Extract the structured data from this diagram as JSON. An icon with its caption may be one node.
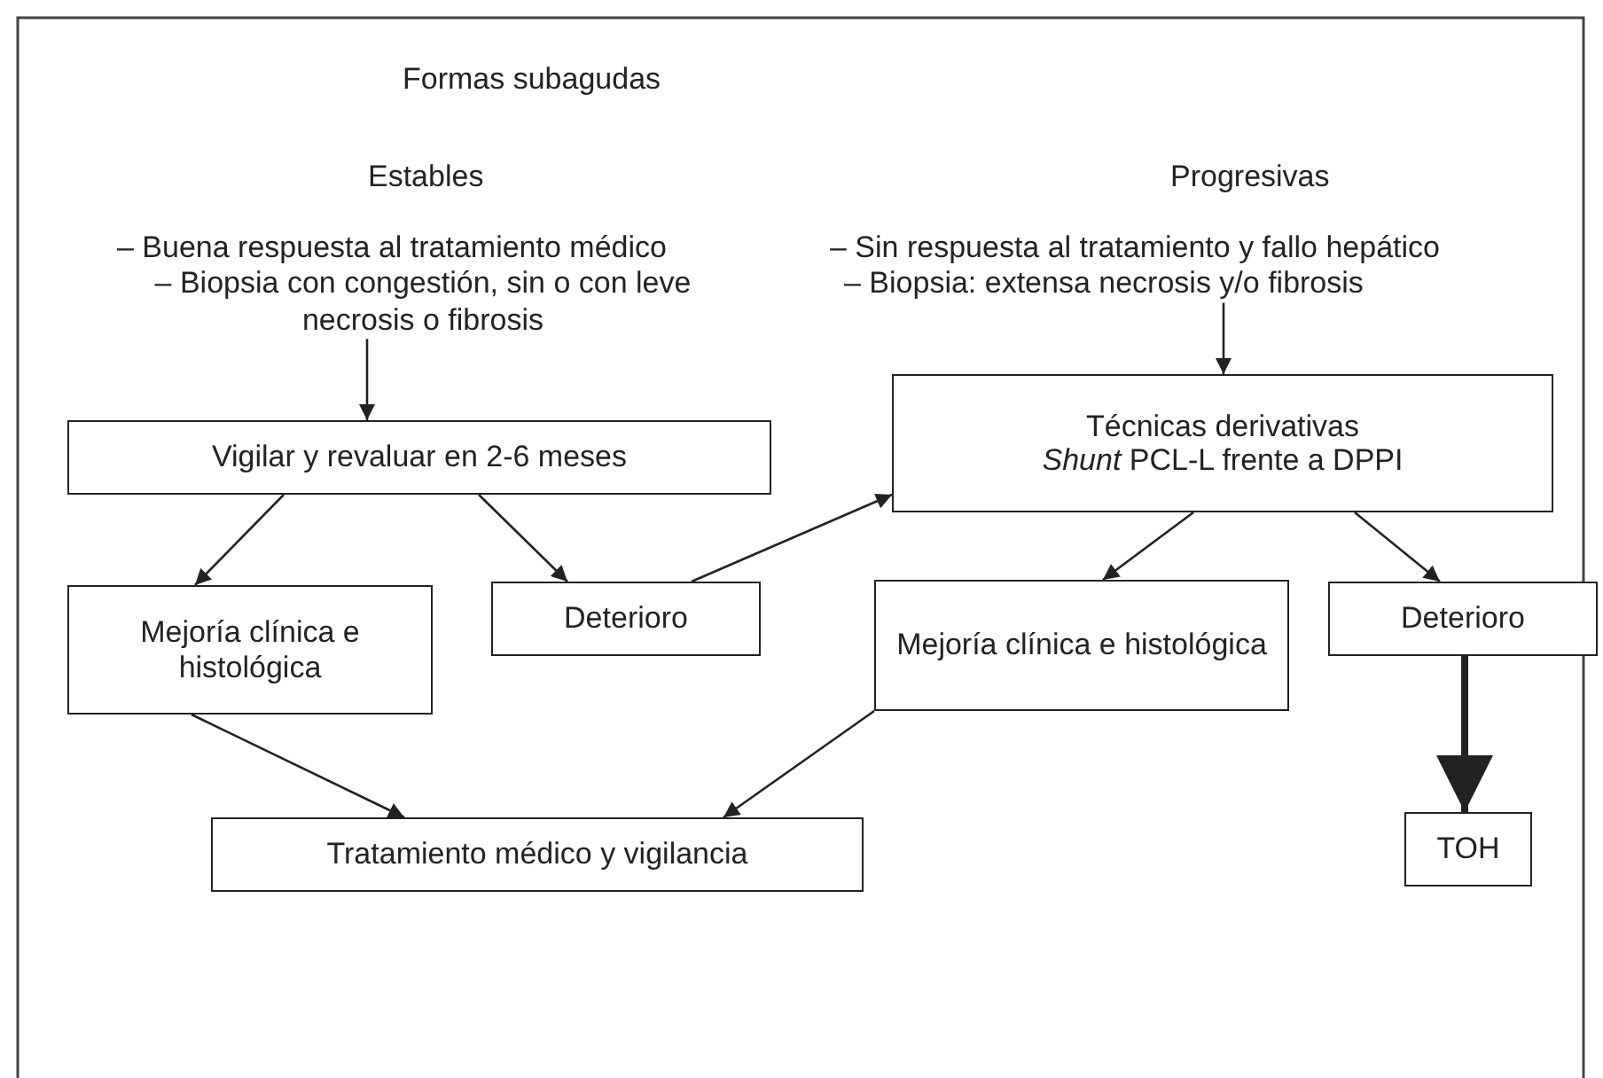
{
  "diagram": {
    "title": "Formas subagudas",
    "nodes": [
      {
        "text": [
          "– Buena respuesta al tratamiento médico",
          "– Biopsia con congestión, sin o con leve necrosis o fibrosis"
        ]
      },
      {
        "text": [
          "– Sin respuesta al tratamiento y fallo hepático",
          "– Biopsia: extensa necrosis y/o fibrosis"
        ]
      },
      {
        "text": [
          "Vigilar y revaluar en 2-6 meses"
        ]
      },
      {
        "text": [
          "Técnicas derivativas",
          "*Shunt* PCL-L frente a DPPI"
        ]
      },
      {
        "text": [
          "Mejoría clínica e histológica"
        ]
      },
      {
        "text": [
          "Deterioro"
        ]
      },
      {
        "text": [
          "Mejoría clínica e histológica"
        ]
      },
      {
        "text": [
          "Deterioro"
        ]
      },
      {
        "text": [
          "Tratamiento médico y vigilancia"
        ]
      },
      {
        "text": [
          "TOH"
        ]
      }
    ],
    "edges": [
      {
        "from": 0,
        "to": 2,
        "arrow": "to"
      },
      {
        "from": 1,
        "to": 3,
        "arrow": "to"
      },
      {
        "from": 2,
        "to": 4,
        "arrow": "to"
      },
      {
        "from": 2,
        "to": 5,
        "arrow": "to"
      },
      {
        "from": 5,
        "to": 3,
        "arrow": "to"
      },
      {
        "from": 3,
        "to": 6,
        "arrow": "to"
      },
      {
        "from": 3,
        "to": 7,
        "arrow": "to"
      },
      {
        "from": 4,
        "to": 8,
        "arrow": "to"
      },
      {
        "from": 6,
        "to": 8,
        "arrow": "to"
      },
      {
        "from": 7,
        "to": 9,
        "arrow": "to",
        "style": "thick"
      }
    ],
    "labels": [
      "Estables",
      "Progresivas"
    ]
  }
}
